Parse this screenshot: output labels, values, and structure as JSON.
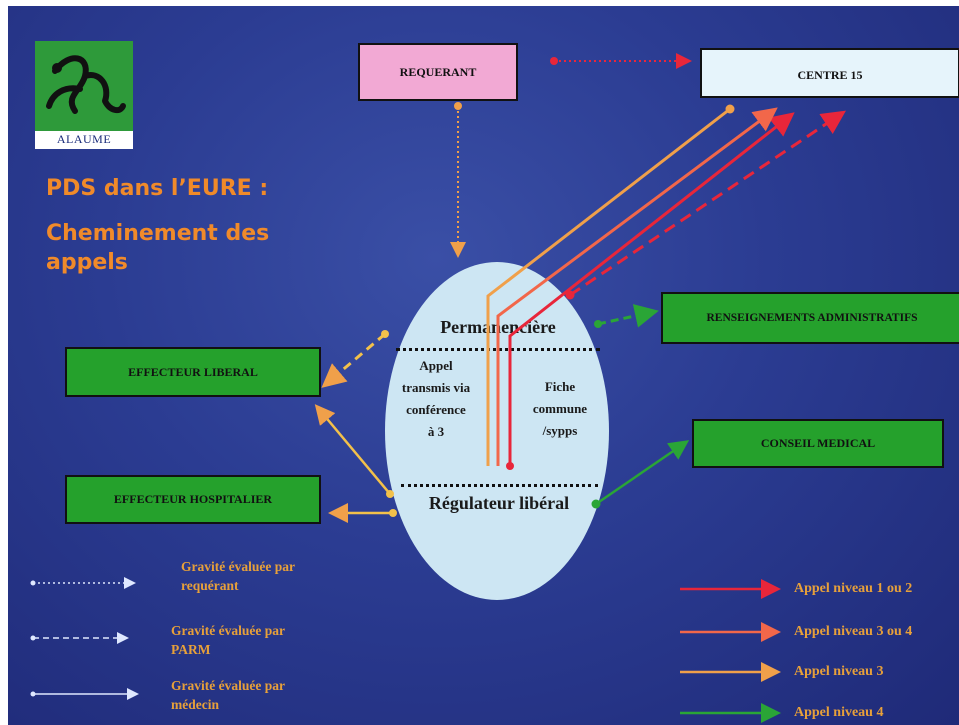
{
  "logo": {
    "text": "ALAUME",
    "icon": "runner-figure-icon"
  },
  "title": {
    "line1": "PDS dans l’EURE :",
    "line2a": "Cheminement des",
    "line2b": "appels"
  },
  "boxes": {
    "requerant": "REQUERANT",
    "centre15": "CENTRE 15",
    "effecteur_liberal": "EFFECTEUR LIBERAL",
    "effecteur_hospitalier": "EFFECTEUR HOSPITALIER",
    "renseignements": "RENSEIGNEMENTS ADMINISTRATIFS",
    "conseil": "CONSEIL MEDICAL"
  },
  "ellipse": {
    "top_label": "Permanencière",
    "bottom_label": "Régulateur libéral",
    "left_text": [
      "Appel",
      "transmis via",
      "conférence",
      "à 3"
    ],
    "right_text": [
      "Fiche",
      "commune",
      "/sypps"
    ]
  },
  "legend_left": [
    {
      "style": "dotted",
      "line1": "Gravité évaluée par",
      "line2": "requérant"
    },
    {
      "style": "dashed",
      "line1": "Gravité évaluée par",
      "line2": "PARM"
    },
    {
      "style": "solid",
      "line1": "Gravité évaluée par",
      "line2": "médecin"
    }
  ],
  "legend_right": [
    {
      "label": "Appel niveau 1 ou 2",
      "color": "#e8263a"
    },
    {
      "label": "Appel niveau 3 ou 4",
      "color": "#f2674a"
    },
    {
      "label": "Appel niveau 3",
      "color": "#f0a04a"
    },
    {
      "label": "Appel niveau 4",
      "color": "#2aa536"
    }
  ],
  "colors": {
    "background": "#2b3c92",
    "title": "#f08a2a",
    "green_box": "#25a12c",
    "requerant_box": "#f2a9d4",
    "centre15_box": "#e6f4fb",
    "ellipse": "#cde6f3",
    "legend_text": "#e7a03a"
  }
}
